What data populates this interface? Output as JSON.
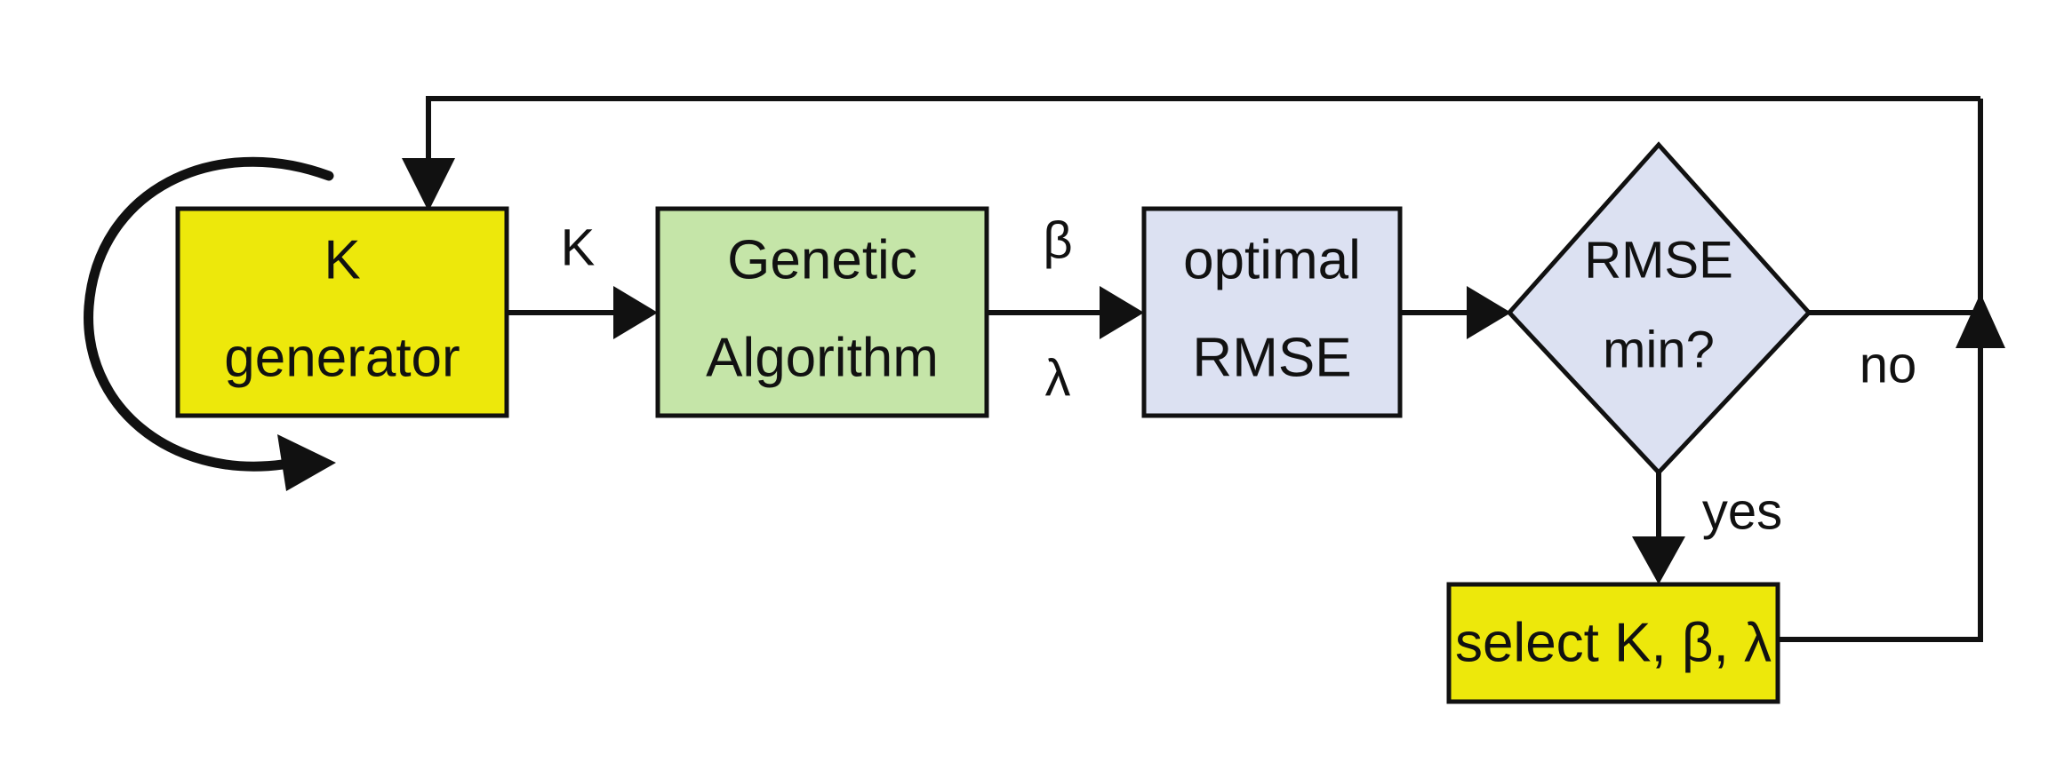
{
  "diagram": {
    "type": "flowchart",
    "title": "Genetic Algorithm hyperparameter search flowchart",
    "background_color": "#ffffff",
    "line_color": "#111111",
    "nodes": [
      {
        "id": "k-generator",
        "shape": "rectangle",
        "fill": "#EDE80B",
        "line1": "K",
        "line2": "generator"
      },
      {
        "id": "genetic-algorithm",
        "shape": "rectangle",
        "fill": "#C5E5A8",
        "line1": "Genetic",
        "line2": "Algorithm"
      },
      {
        "id": "optimal-rmse",
        "shape": "rectangle",
        "fill": "#DCE1F2",
        "line1": "optimal",
        "line2": "RMSE"
      },
      {
        "id": "rmse-min-decision",
        "shape": "diamond",
        "fill": "#DCE1F2",
        "line1": "RMSE",
        "line2": "min?"
      },
      {
        "id": "select-params",
        "shape": "rectangle",
        "fill": "#EDE80B",
        "line1": "select K, β, λ",
        "line2": ""
      }
    ],
    "edges": [
      {
        "id": "self-loop",
        "from": "k-generator",
        "to": "k-generator",
        "label": ""
      },
      {
        "id": "k-gen-to-ga",
        "from": "k-generator",
        "to": "genetic-algorithm",
        "label": "K"
      },
      {
        "id": "ga-to-rmse-beta",
        "from": "genetic-algorithm",
        "to": "optimal-rmse",
        "label": "β"
      },
      {
        "id": "ga-to-rmse-lambda",
        "from": "genetic-algorithm",
        "to": "optimal-rmse",
        "label": "λ"
      },
      {
        "id": "rmse-to-decision",
        "from": "optimal-rmse",
        "to": "rmse-min-decision",
        "label": ""
      },
      {
        "id": "decision-no",
        "from": "rmse-min-decision",
        "to": "k-generator",
        "label": "no"
      },
      {
        "id": "decision-yes",
        "from": "rmse-min-decision",
        "to": "select-params",
        "label": "yes"
      },
      {
        "id": "select-to-feedback",
        "from": "select-params",
        "to": "k-generator",
        "label": ""
      }
    ]
  }
}
